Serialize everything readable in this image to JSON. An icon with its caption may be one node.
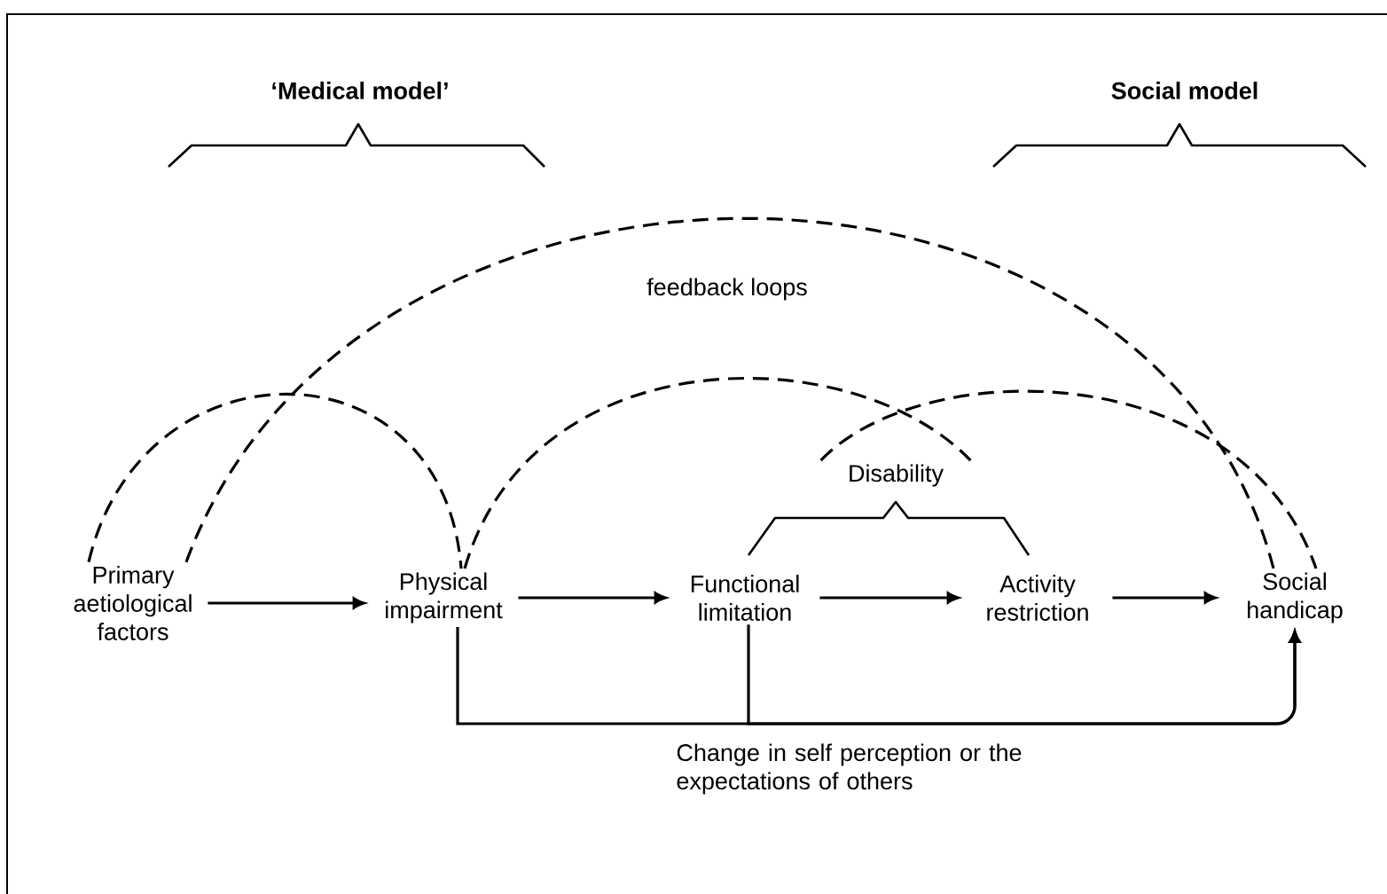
{
  "diagram": {
    "nodes": [
      {
        "text": [
          "Primary aetiological factors"
        ]
      },
      {
        "text": [
          "Physical impairment"
        ]
      },
      {
        "text": [
          "Functional limitation"
        ]
      },
      {
        "text": [
          "Activity restriction"
        ]
      },
      {
        "text": [
          "Social handicap"
        ]
      },
      {
        "text": [
          "Disability"
        ]
      }
    ],
    "edges": [
      {
        "from": 0,
        "to": 1,
        "arrow": "to"
      },
      {
        "from": 1,
        "to": 2,
        "arrow": "to"
      },
      {
        "from": 2,
        "to": 3,
        "arrow": "to"
      },
      {
        "from": 3,
        "to": 4,
        "arrow": "to"
      },
      {
        "from": 1,
        "to": 4,
        "arrow": "to",
        "label": "Change in self perception or the expectations of others"
      },
      {
        "from": 2,
        "to": 4,
        "arrow": "to"
      },
      {
        "from": 0,
        "to": 1,
        "arrow": "none",
        "style": "dashed"
      },
      {
        "from": 0,
        "to": 4,
        "arrow": "none",
        "style": "dashed"
      },
      {
        "from": 1,
        "to": 5,
        "arrow": "none",
        "style": "dashed"
      },
      {
        "from": 5,
        "to": 4,
        "arrow": "none",
        "style": "dashed"
      }
    ],
    "labels": [
      "‘Medical model’",
      "Social model",
      "feedback loops"
    ]
  }
}
